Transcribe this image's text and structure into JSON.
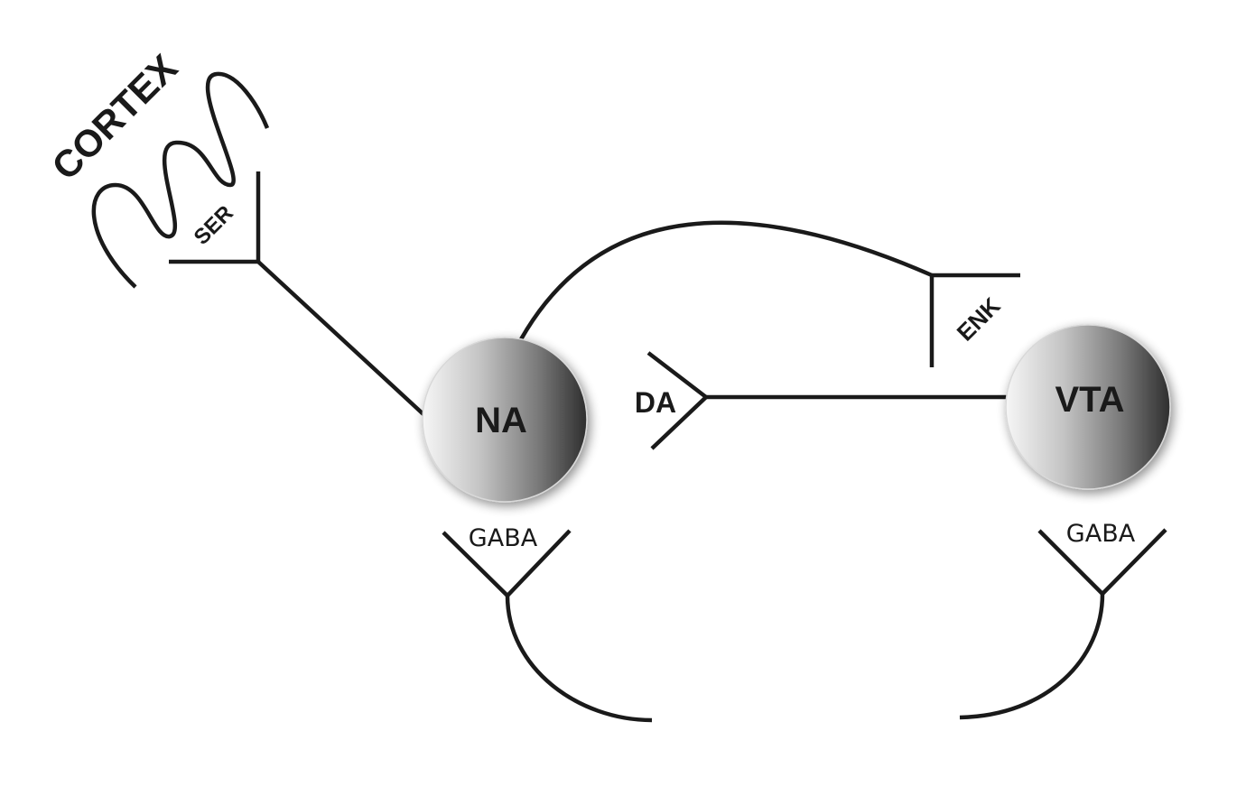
{
  "labels": {
    "cortex": "CORTEX",
    "serotonin": "SER",
    "nucleus_accumbens": "NA",
    "dopamine": "DA",
    "enkephalin": "ENK",
    "ventral_tegmental_area": "VTA",
    "gaba_na": "GABA",
    "gaba_vta": "GABA"
  }
}
